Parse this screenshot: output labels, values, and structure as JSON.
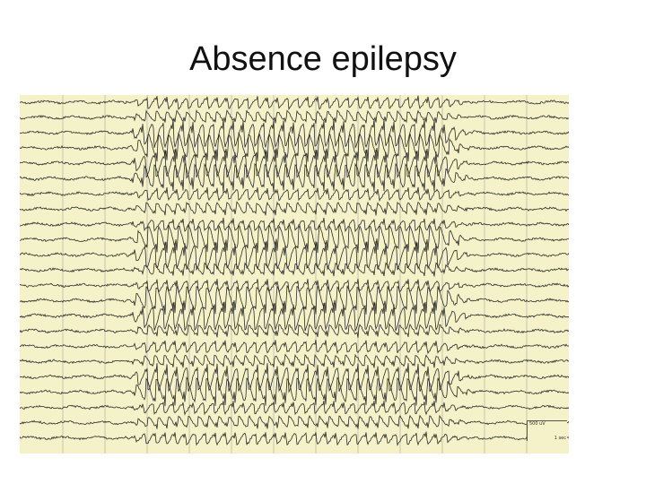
{
  "slide": {
    "title": "Absence epilepsy"
  },
  "eeg": {
    "channel_count": 23,
    "colors": {
      "background": "#f5f1c8",
      "trace": "#2a2a2a",
      "gridline": "#9a9a9a"
    },
    "scale": {
      "amplitude_label": "500 uV",
      "time_label": "1 sec"
    }
  }
}
